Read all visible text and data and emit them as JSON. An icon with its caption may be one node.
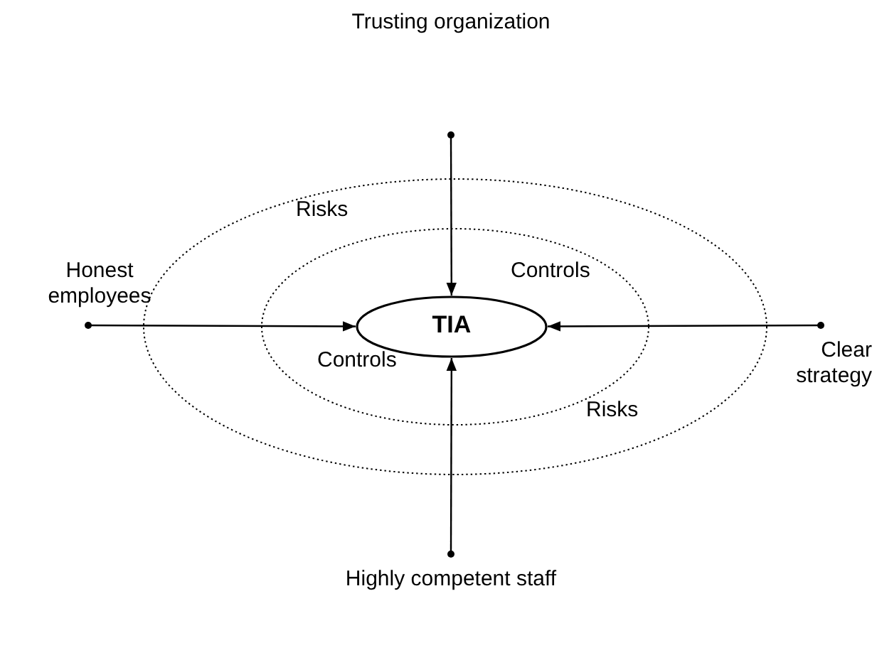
{
  "diagram": {
    "nodes": [
      {
        "text": [
          "Trusting organization"
        ]
      },
      {
        "text": [
          "Honest employees"
        ]
      },
      {
        "text": [
          "Risks",
          "Risks"
        ]
      },
      {
        "text": [
          "Controls",
          "Controls"
        ],
        "in": 2
      },
      {
        "text": [
          "TIA"
        ],
        "in": 3
      },
      {
        "text": [
          "Clear strategy"
        ]
      },
      {
        "text": [
          "Highly competent staff"
        ]
      }
    ],
    "edges": [
      {
        "from": 0,
        "to": 4,
        "arrow": "to"
      },
      {
        "from": 1,
        "to": 4,
        "arrow": "to"
      },
      {
        "from": 5,
        "to": 4,
        "arrow": "to"
      },
      {
        "from": 6,
        "to": 4,
        "arrow": "to"
      }
    ]
  }
}
